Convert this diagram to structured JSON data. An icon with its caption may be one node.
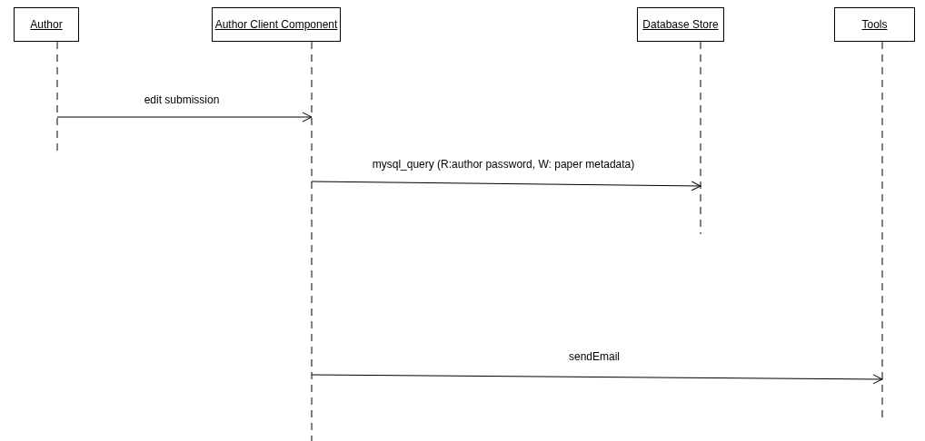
{
  "diagram": {
    "nodes": [
      {
        "text": [
          "Author"
        ]
      },
      {
        "text": [
          "Author Client Component"
        ]
      },
      {
        "text": [
          "Database Store"
        ]
      },
      {
        "text": [
          "Tools"
        ]
      }
    ],
    "edges": [
      {
        "from": 0,
        "to": 1,
        "arrow": "to",
        "label": "edit submission"
      },
      {
        "from": 1,
        "to": 2,
        "arrow": "to",
        "label": "mysql_query (R:author password, W: paper metadata)"
      },
      {
        "from": 1,
        "to": 3,
        "arrow": "to",
        "label": "sendEmail"
      }
    ]
  }
}
